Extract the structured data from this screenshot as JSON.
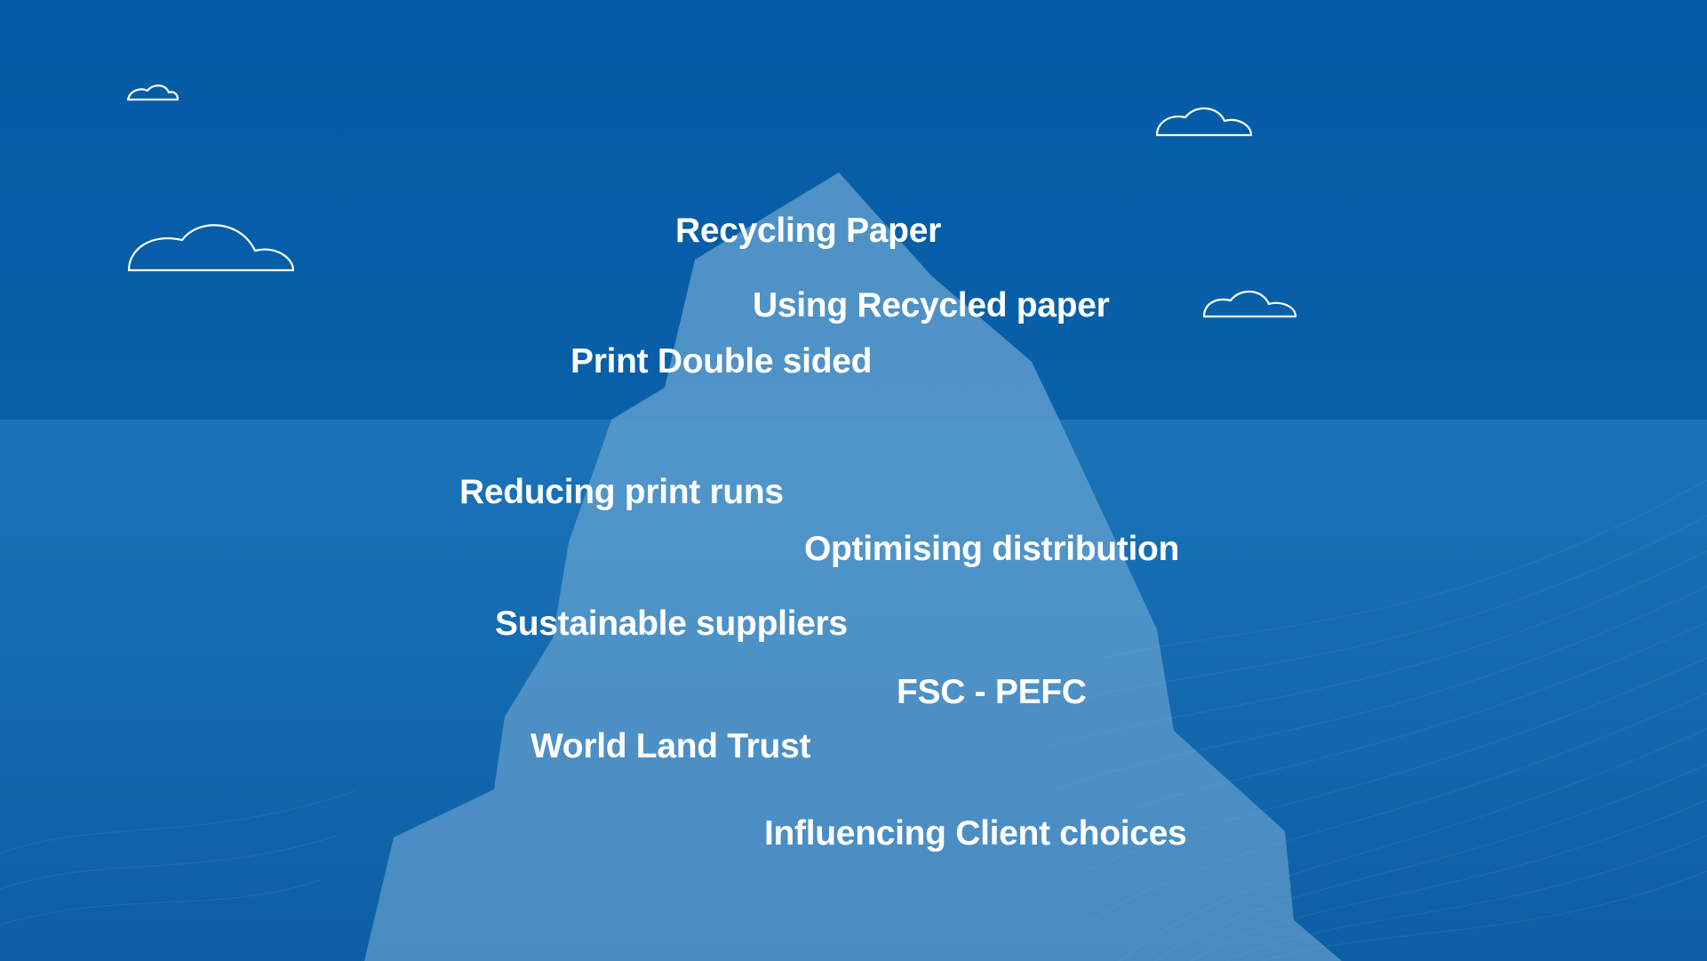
{
  "colors": {
    "sky": "#075ea7",
    "sea": "#1872b4",
    "iceberg": "#8bbde0",
    "text": "#ffffff",
    "cloud_stroke": "#ffffff"
  },
  "labels": {
    "recycling_paper": "Recycling Paper",
    "using_recycled_paper": "Using Recycled paper",
    "print_double_sided": "Print Double sided",
    "reducing_print_runs": "Reducing print runs",
    "optimising_distribution": "Optimising distribution",
    "sustainable_suppliers": "Sustainable suppliers",
    "fsc_pefc": "FSC - PEFC",
    "world_land_trust": "World Land Trust",
    "influencing_client_choices": "Influencing Client choices"
  }
}
